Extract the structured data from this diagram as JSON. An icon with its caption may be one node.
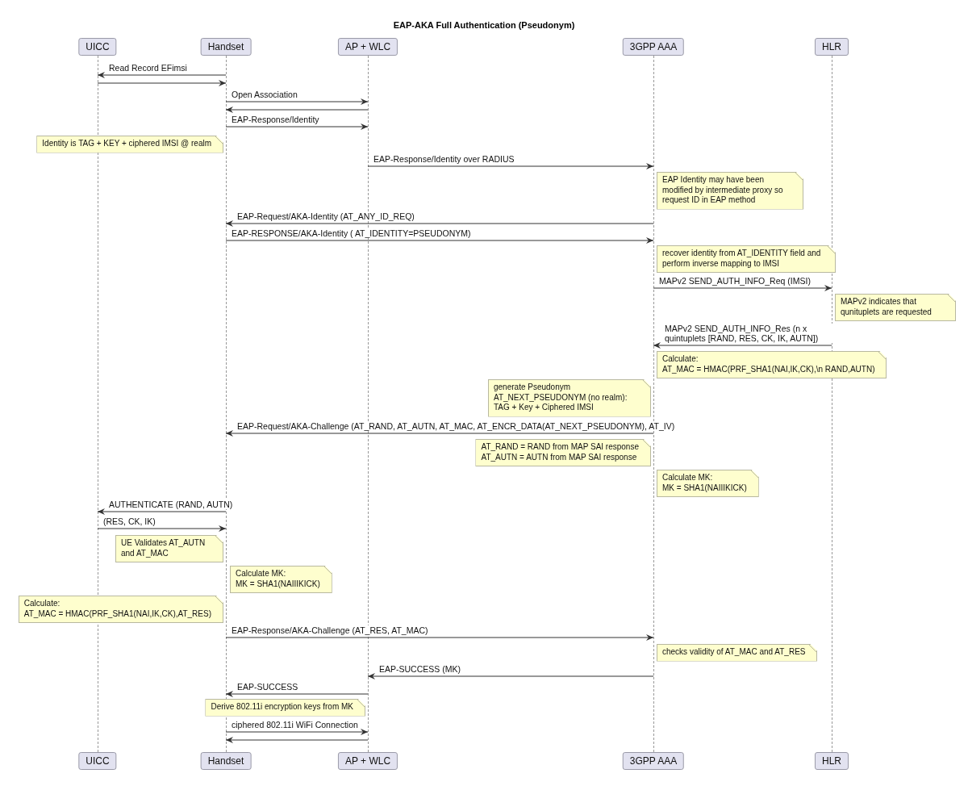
{
  "diagram": {
    "title": "EAP-AKA Full Authentication (Pseudonym)",
    "nodes": [
      {
        "text": [
          "UICC"
        ]
      },
      {
        "text": [
          "Handset"
        ]
      },
      {
        "text": [
          "AP + WLC"
        ]
      },
      {
        "text": [
          "3GPP AAA"
        ]
      },
      {
        "text": [
          "HLR"
        ]
      },
      {
        "text": [],
        "shape": "line"
      },
      {
        "text": [],
        "shape": "line"
      },
      {
        "text": [],
        "shape": "line"
      },
      {
        "text": [],
        "shape": "line"
      },
      {
        "text": [],
        "shape": "line"
      },
      {
        "text": [
          "Identity is TAG + KEY + ciphered IMSI @ realm"
        ]
      },
      {
        "text": [
          "EAP Identity may have been modified by intermediate proxy so request ID in EAP method"
        ]
      },
      {
        "text": [
          "recover identity from AT_IDENTITY field and perform inverse mapping to IMSI"
        ]
      },
      {
        "text": [
          "MAPv2 indicates that qunituplets are requested"
        ]
      },
      {
        "text": [
          "Calculate:",
          "AT_MAC = HMAC(PRF_SHA1(NAI,IK,CK),\\n RAND,AUTN)"
        ]
      },
      {
        "text": [
          "generate Pseudonym AT_NEXT_PSEUDONYM (no realm): TAG + Key + Ciphered IMSI"
        ]
      },
      {
        "text": [
          "AT_RAND = RAND from MAP SAI response",
          "AT_AUTN = AUTN from MAP SAI response"
        ]
      },
      {
        "text": [
          "Calculate MK:",
          "MK = SHA1(NAIIIKICK)"
        ]
      },
      {
        "text": [
          "UE Validates AT_AUTN and AT_MAC"
        ]
      },
      {
        "text": [
          "Calculate MK:",
          "MK = SHA1(NAIIIKICK)"
        ]
      },
      {
        "text": [
          "Calculate:",
          "AT_MAC = HMAC(PRF_SHA1(NAI,IK,CK),AT_RES)"
        ]
      },
      {
        "text": [
          "checks validity of AT_MAC and AT_RES"
        ]
      },
      {
        "text": [
          "Derive 802.11i encryption keys from MK"
        ]
      },
      {
        "text": [
          "UICC"
        ]
      },
      {
        "text": [
          "Handset"
        ]
      },
      {
        "text": [
          "AP + WLC"
        ]
      },
      {
        "text": [
          "3GPP AAA"
        ]
      },
      {
        "text": [
          "HLR"
        ]
      }
    ],
    "edges": [
      {
        "from": 6,
        "to": 5,
        "arrow": "to",
        "label": "Read Record EFimsi"
      },
      {
        "from": 5,
        "to": 6,
        "arrow": "to"
      },
      {
        "from": 6,
        "to": 7,
        "arrow": "to",
        "label": "Open Association"
      },
      {
        "from": 7,
        "to": 6,
        "arrow": "to"
      },
      {
        "from": 6,
        "to": 7,
        "arrow": "to",
        "label": "EAP-Response/Identity"
      },
      {
        "from": 7,
        "to": 8,
        "arrow": "to",
        "label": "EAP-Response/Identity over RADIUS"
      },
      {
        "from": 8,
        "to": 6,
        "arrow": "to",
        "label": "EAP-Request/AKA-Identity (AT_ANY_ID_REQ)"
      },
      {
        "from": 6,
        "to": 8,
        "arrow": "to",
        "label": "EAP-RESPONSE/AKA-Identity ( AT_IDENTITY=PSEUDONYM)"
      },
      {
        "from": 8,
        "to": 9,
        "arrow": "to",
        "label": "MAPv2 SEND_AUTH_INFO_Req (IMSI)"
      },
      {
        "from": 9,
        "to": 8,
        "arrow": "to",
        "label": "MAPv2 SEND_AUTH_INFO_Res (n x quintuplets [RAND, RES, CK, IK, AUTN])"
      },
      {
        "from": 8,
        "to": 6,
        "arrow": "to",
        "label": "EAP-Request/AKA-Challenge (AT_RAND, AT_AUTN, AT_MAC, AT_ENCR_DATA(AT_NEXT_PSEUDONYM), AT_IV)"
      },
      {
        "from": 6,
        "to": 5,
        "arrow": "to",
        "label": "AUTHENTICATE (RAND, AUTN)"
      },
      {
        "from": 5,
        "to": 6,
        "arrow": "to",
        "label": "(RES, CK, IK)"
      },
      {
        "from": 6,
        "to": 8,
        "arrow": "to",
        "label": "EAP-Response/AKA-Challenge (AT_RES, AT_MAC)"
      },
      {
        "from": 8,
        "to": 7,
        "arrow": "to",
        "label": "EAP-SUCCESS (MK)"
      },
      {
        "from": 7,
        "to": 6,
        "arrow": "to",
        "label": "EAP-SUCCESS"
      },
      {
        "from": 6,
        "to": 7,
        "arrow": "to",
        "label": "ciphered 802.11i WiFi Connection"
      },
      {
        "from": 7,
        "to": 6,
        "arrow": "to"
      }
    ]
  }
}
